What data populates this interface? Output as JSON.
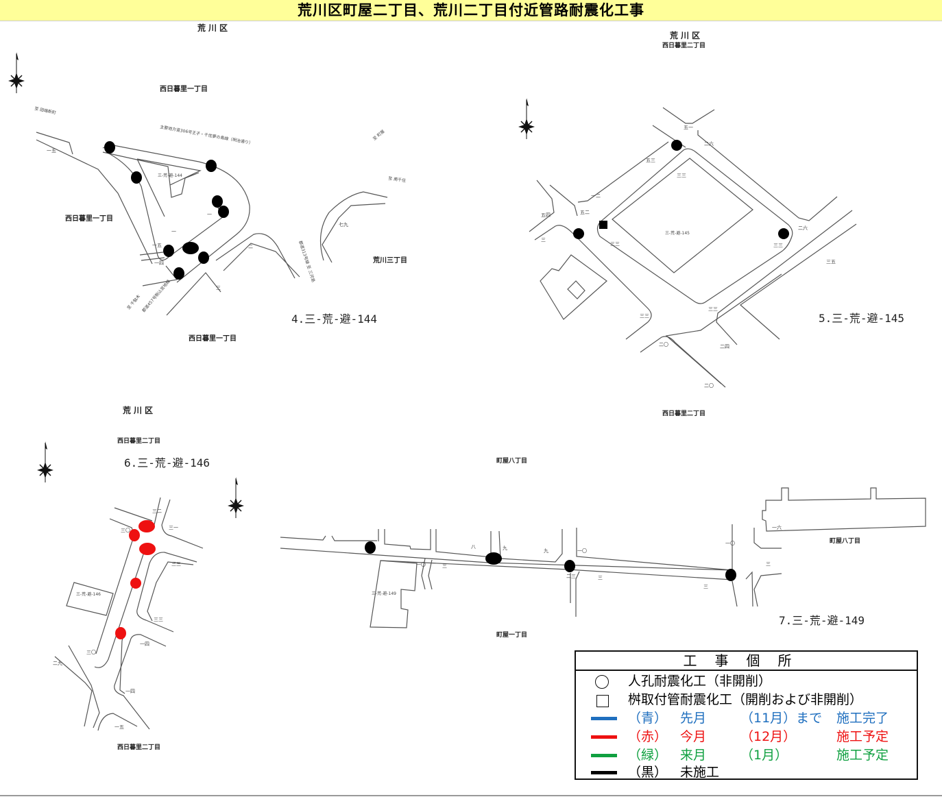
{
  "title": "荒川区町屋二丁目、荒川二丁目付近管路耐震化工事",
  "map4": {
    "site_label": "4.三-荒-避-144",
    "lot_label": "三-荒-避-144",
    "labels": {
      "ward": "荒川区",
      "area_top": "西日暮里一丁目",
      "area_left": "西日暮里一丁目",
      "area_bottom": "西日暮里一丁目",
      "area_right": "荒川三丁目",
      "to_tabata": "至 田端新町",
      "meiji_road": "主要地方道306号王子・千住夢の島線（明治通り）",
      "to_machiya": "至 町屋",
      "to_minamisenju": "至 南千住",
      "route313": "都道313号線 至 三河島",
      "route457": "都道457号駒込宮地線",
      "to_sendagi": "至 千駄木"
    },
    "numbers": [
      "一五",
      "一五",
      "一四",
      "一",
      "一",
      "三",
      "二",
      "七九"
    ]
  },
  "map5": {
    "site_label": "5.三-荒-避-145",
    "lot_label": "三-荒-避-145",
    "labels": {
      "ward": "荒川区",
      "area_top": "西日暮里二丁目",
      "area_bottom": "西日暮里二丁目"
    },
    "numbers": [
      "五一",
      "二六",
      "五三",
      "五二",
      "五四",
      "三",
      "三三",
      "三三",
      "二六",
      "三三",
      "三五",
      "三三",
      "三三",
      "二四",
      "二〇",
      "二〇",
      "一二"
    ]
  },
  "map6": {
    "site_label": "6.三-荒-避-146",
    "lot_label": "三-荒-避-146",
    "labels": {
      "ward": "荒川区",
      "area_top": "西日暮里二丁目",
      "area_bottom": "西日暮里二丁目"
    },
    "numbers": [
      "三二",
      "三〇",
      "三一",
      "三三",
      "三三",
      "三〇",
      "二九",
      "一四",
      "一四",
      "一五"
    ]
  },
  "map7": {
    "site_label": "7.三-荒-避-149",
    "lot_label": "三-荒-避-149",
    "labels": {
      "area_top": "町屋八丁目",
      "area_right": "町屋八丁目",
      "area_bottom": "町屋一丁目"
    },
    "numbers": [
      "一〇",
      "三",
      "八",
      "九",
      "九",
      "一〇",
      "二三",
      "三",
      "三",
      "一〇",
      "三",
      "一六"
    ]
  },
  "legend": {
    "title": "工事個所",
    "manhole": "人孔耐震化工（非開削）",
    "branch": "桝取付管耐震化工（開削および非開削）",
    "rows": [
      {
        "color_name": "（青）",
        "month": "先月",
        "period": "（11月）まで",
        "status": "施工完了",
        "color": "#1f6fbf"
      },
      {
        "color_name": "（赤）",
        "month": "今月",
        "period": "（12月）",
        "status": "施工予定",
        "color": "#ee1111"
      },
      {
        "color_name": "（緑）",
        "month": "来月",
        "period": "（1月）",
        "status": "施工予定",
        "color": "#10a040"
      },
      {
        "color_name": "（黒）",
        "month": "未施工",
        "period": "",
        "status": "",
        "color": "#000000"
      }
    ]
  }
}
